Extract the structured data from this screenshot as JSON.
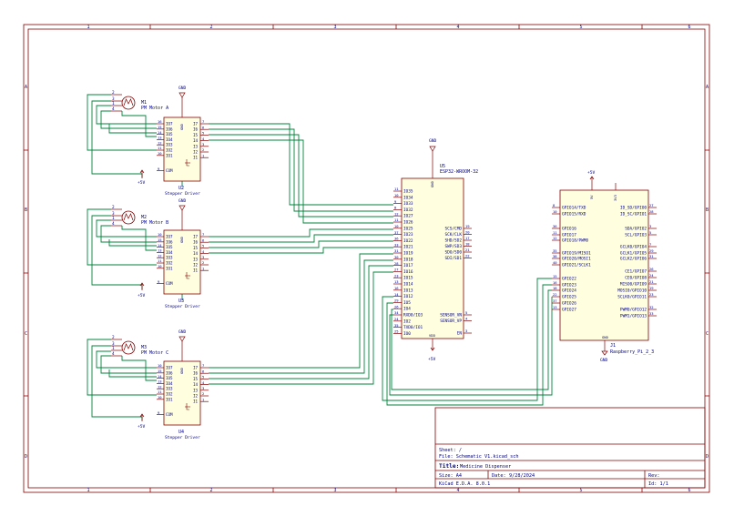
{
  "colors": {
    "border": "#840000",
    "part_body": "#ffffe0",
    "part_outline": "#840000",
    "wire": "#00843c",
    "text": "#000084",
    "pin": "#840000"
  },
  "frame": {
    "columns": [
      "1",
      "2",
      "3",
      "4",
      "5",
      "6"
    ],
    "rows": [
      "A",
      "B",
      "C",
      "D"
    ]
  },
  "title_block": {
    "sheet": "Sheet: /",
    "file": "File: Schematic V1.kicad_sch",
    "title_label": "Title:",
    "title": "Medicine Dispenser",
    "size": "Size: A4",
    "date_label": "Date:",
    "date": "9/28/2024",
    "rev": "Rev:",
    "tool": "KiCad E.D.A. 8.0.1",
    "id": "Id: 1/1"
  },
  "motors": [
    {
      "ref": "M1",
      "value": "PM Motor A",
      "pins": [
        "2",
        "3",
        "1",
        "4"
      ]
    },
    {
      "ref": "M2",
      "value": "PM Motor B",
      "pins": [
        "2",
        "3",
        "1",
        "4"
      ]
    },
    {
      "ref": "M3",
      "value": "PM Motor C",
      "pins": [
        "2",
        "3",
        "1",
        "4"
      ]
    }
  ],
  "drivers": [
    {
      "ref": "U2",
      "value": "Stepper Driver",
      "gnd": "GND",
      "vcc": "+5V",
      "power_label": "GND",
      "left_pins": [
        "IO7",
        "IO6",
        "IO5",
        "IO4",
        "IO3",
        "IO2",
        "IO1",
        "COM"
      ],
      "left_nums": [
        "16",
        "15",
        "14",
        "13",
        "12",
        "11",
        "10",
        "9"
      ],
      "right_pins": [
        "I7",
        "I6",
        "I5",
        "I4",
        "I3",
        "I2",
        "I1"
      ],
      "right_nums": [
        "7",
        "6",
        "5",
        "4",
        "3",
        "2",
        "1"
      ]
    },
    {
      "ref": "U3",
      "value": "Stepper Driver",
      "gnd": "GND",
      "vcc": "+5V",
      "power_label": "GND",
      "left_pins": [
        "IO7",
        "IO6",
        "IO5",
        "IO4",
        "IO3",
        "IO2",
        "IO1",
        "COM"
      ],
      "left_nums": [
        "10",
        "15",
        "14",
        "13",
        "12",
        "11",
        "10",
        "9"
      ],
      "right_pins": [
        "I7",
        "I6",
        "I5",
        "I4",
        "I3",
        "I2",
        "I1"
      ],
      "right_nums": [
        "7",
        "6",
        "5",
        "4",
        "3",
        "2",
        "1"
      ]
    },
    {
      "ref": "U4",
      "value": "Stepper Driver",
      "gnd": "GND",
      "vcc": "+5V",
      "power_label": "GND",
      "left_pins": [
        "IO7",
        "IO6",
        "IO5",
        "IO4",
        "IO3",
        "IO2",
        "IO1",
        "COM"
      ],
      "left_nums": [
        "10",
        "15",
        "14",
        "13",
        "12",
        "11",
        "10",
        "9"
      ],
      "right_pins": [
        "I7",
        "I6",
        "I5",
        "I4",
        "I3",
        "I2",
        "I1"
      ],
      "right_nums": [
        "7",
        "6",
        "5",
        "4",
        "3",
        "2",
        "1"
      ]
    }
  ],
  "esp32": {
    "ref": "U5",
    "value": "ESP32-WROOM-32",
    "gnd_label": "GND",
    "gnd_pin": "GND",
    "vdd_label": "+5V",
    "vdd_pin": "VDD",
    "left_pins": [
      "IO35",
      "IO34",
      "IO33",
      "IO32",
      "IO27",
      "IO26",
      "IO25",
      "IO23",
      "IO22",
      "IO21",
      "IO19",
      "IO18",
      "IO17",
      "IO16",
      "IO15",
      "IO14",
      "IO13",
      "IO12",
      "IO5",
      "IO4",
      "RXD0/IO3",
      "IO2",
      "TXD0/IO1",
      "IO0"
    ],
    "left_nums": [
      "11",
      "10",
      "9",
      "8",
      "12",
      "11",
      "10",
      "37",
      "36",
      "33",
      "31",
      "30",
      "28",
      "27",
      "23",
      "13",
      "16",
      "14",
      "29",
      "26",
      "34",
      "24",
      "35",
      "25"
    ],
    "right_pins": [
      "SCS/CMD",
      "SCK/CLK",
      "SHD/SD2",
      "SWP/SD3",
      "SDO/SD0",
      "SDI/SD1",
      "SENSOR_VN",
      "SENSOR_VP",
      "EN"
    ],
    "right_nums": [
      "19",
      "20",
      "17",
      "18",
      "21",
      "22",
      "5",
      "4",
      "3"
    ]
  },
  "rpi": {
    "ref": "J1",
    "value": "Raspberry_Pi_2_3",
    "top_labels": [
      "+5V",
      "5V",
      "3V3"
    ],
    "gnd_label": "GND",
    "gnd_pin": "GND",
    "left_pins": [
      "GPIO14/TXD",
      "GPIO15/RXD",
      "GPIO16",
      "GPIO17",
      "GPIO18/PWM0",
      "GPIO19/MISO1",
      "GPIO20/MOSI1",
      "GPIO21/SCLK1",
      "GPIO22",
      "GPIO23",
      "GPIO24",
      "GPIO25",
      "GPIO26",
      "GPIO27"
    ],
    "left_nums": [
      "8",
      "10",
      "36",
      "11",
      "12",
      "35",
      "38",
      "40",
      "15",
      "16",
      "18",
      "22",
      "37",
      "13"
    ],
    "right_pins": [
      "ID_SD/GPIO0",
      "ID_SC/GPIO1",
      "SDA/GPIO2",
      "SCL/GPIO3",
      "GCLK0/GPIO4",
      "GCLK1/GPIO5",
      "GCLK2/GPIO6",
      "CE1/GPIO7",
      "CE0/GPIO8",
      "MISO0/GPIO9",
      "MOSI0/GPIO10",
      "SCLK0/GPIO11",
      "PWM0/GPIO12",
      "PWM1/GPIO13"
    ],
    "right_nums": [
      "27",
      "28",
      "3",
      "5",
      "7",
      "29",
      "31",
      "26",
      "24",
      "21",
      "19",
      "23",
      "32",
      "33"
    ]
  }
}
